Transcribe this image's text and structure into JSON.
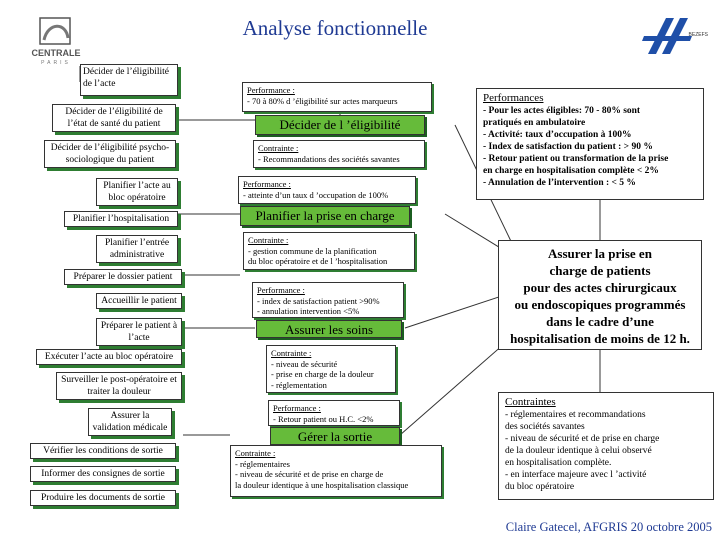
{
  "title": "Analyse fonctionnelle",
  "logo_left": {
    "text": "CENTRALE",
    "subtext": "PARIS"
  },
  "logo_right": {
    "subtext": "BEZEFS"
  },
  "left_tree": [
    "Décider de l’éligibilité de l’acte",
    "Décider de l’éligibilité de l’état de santé du patient",
    "Décider de l’éligibilité psycho-sociologique du patient",
    "Planifier l’acte au bloc opératoire",
    "Planifier l’hospitalisation",
    "Planifier l’entrée administrative",
    "Préparer le dossier patient",
    "Accueillir le patient",
    "Préparer le patient à l’acte",
    "Exécuter l’acte au bloc opératoire",
    "Surveiller le post-opératoire et traiter la douleur",
    "Assurer la validation médicale",
    "Vérifier les conditions de sortie",
    "Informer des consignes de sortie",
    "Produire les documents de sortie"
  ],
  "middle": {
    "perf1": {
      "head": "Performance :",
      "lines": [
        "- 70 à 80% d ’éligibilité sur actes marqueurs"
      ]
    },
    "func1": "Décider de l ’éligibilité",
    "cont1": {
      "head": "Contrainte :",
      "lines": [
        "- Recommandations des sociétés savantes"
      ]
    },
    "perf2": {
      "head": "Performance :",
      "lines": [
        "- atteinte d’un taux d ’occupation de 100%"
      ]
    },
    "func2": "Planifier la prise en charge",
    "cont2": {
      "head": "Contrainte :",
      "lines": [
        "- gestion commune de la planification",
        "du bloc opératoire et de l ’hospitalisation"
      ]
    },
    "perf3": {
      "head": "Performance :",
      "lines": [
        "- index de satisfaction patient >90%",
        "- annulation intervention <5%"
      ]
    },
    "func3": "Assurer les soins",
    "cont3": {
      "head": "Contrainte :",
      "lines": [
        "- niveau de sécurité",
        "- prise en charge de la douleur",
        "- réglementation"
      ]
    },
    "perf4": {
      "head": "Performance :",
      "lines": [
        "- Retour patient ou H.C. <2%"
      ]
    },
    "func4": "Gérer la sortie",
    "cont4": {
      "head": "Contrainte :",
      "lines": [
        "- réglementaires",
        "- niveau de sécurité et de prise en charge de",
        "la douleur identique à une hospitalisation classique"
      ]
    }
  },
  "right": {
    "performances": {
      "head": "Performances",
      "lines": [
        "- Pour les actes éligibles: 70 - 80% sont",
        "pratiqués en ambulatoire",
        "- Activité: taux d’occupation à 100%",
        "- Index de satisfaction du patient : > 90 %",
        "- Retour patient ou transformation de la prise",
        "en charge en hospitalisation complète < 2%",
        "- Annulation de l’intervention : < 5 %"
      ]
    },
    "center": [
      "Assurer la prise en",
      "charge de patients",
      "pour des actes chirurgicaux",
      "ou endoscopiques programmés",
      "dans le cadre d’une",
      "hospitalisation de moins de 12 h."
    ],
    "contraintes": {
      "head": "Contraintes",
      "lines": [
        "- réglementaires et recommandations",
        "des sociétés savantes",
        "- niveau de sécurité et de prise en charge",
        "de la douleur identique à celui observé",
        "en hospitalisation complète.",
        "- en interface majeure avec l ’activité",
        "du bloc opératoire"
      ]
    }
  },
  "credit": "Claire Gatecel, AFGRIS 20 octobre 2005"
}
